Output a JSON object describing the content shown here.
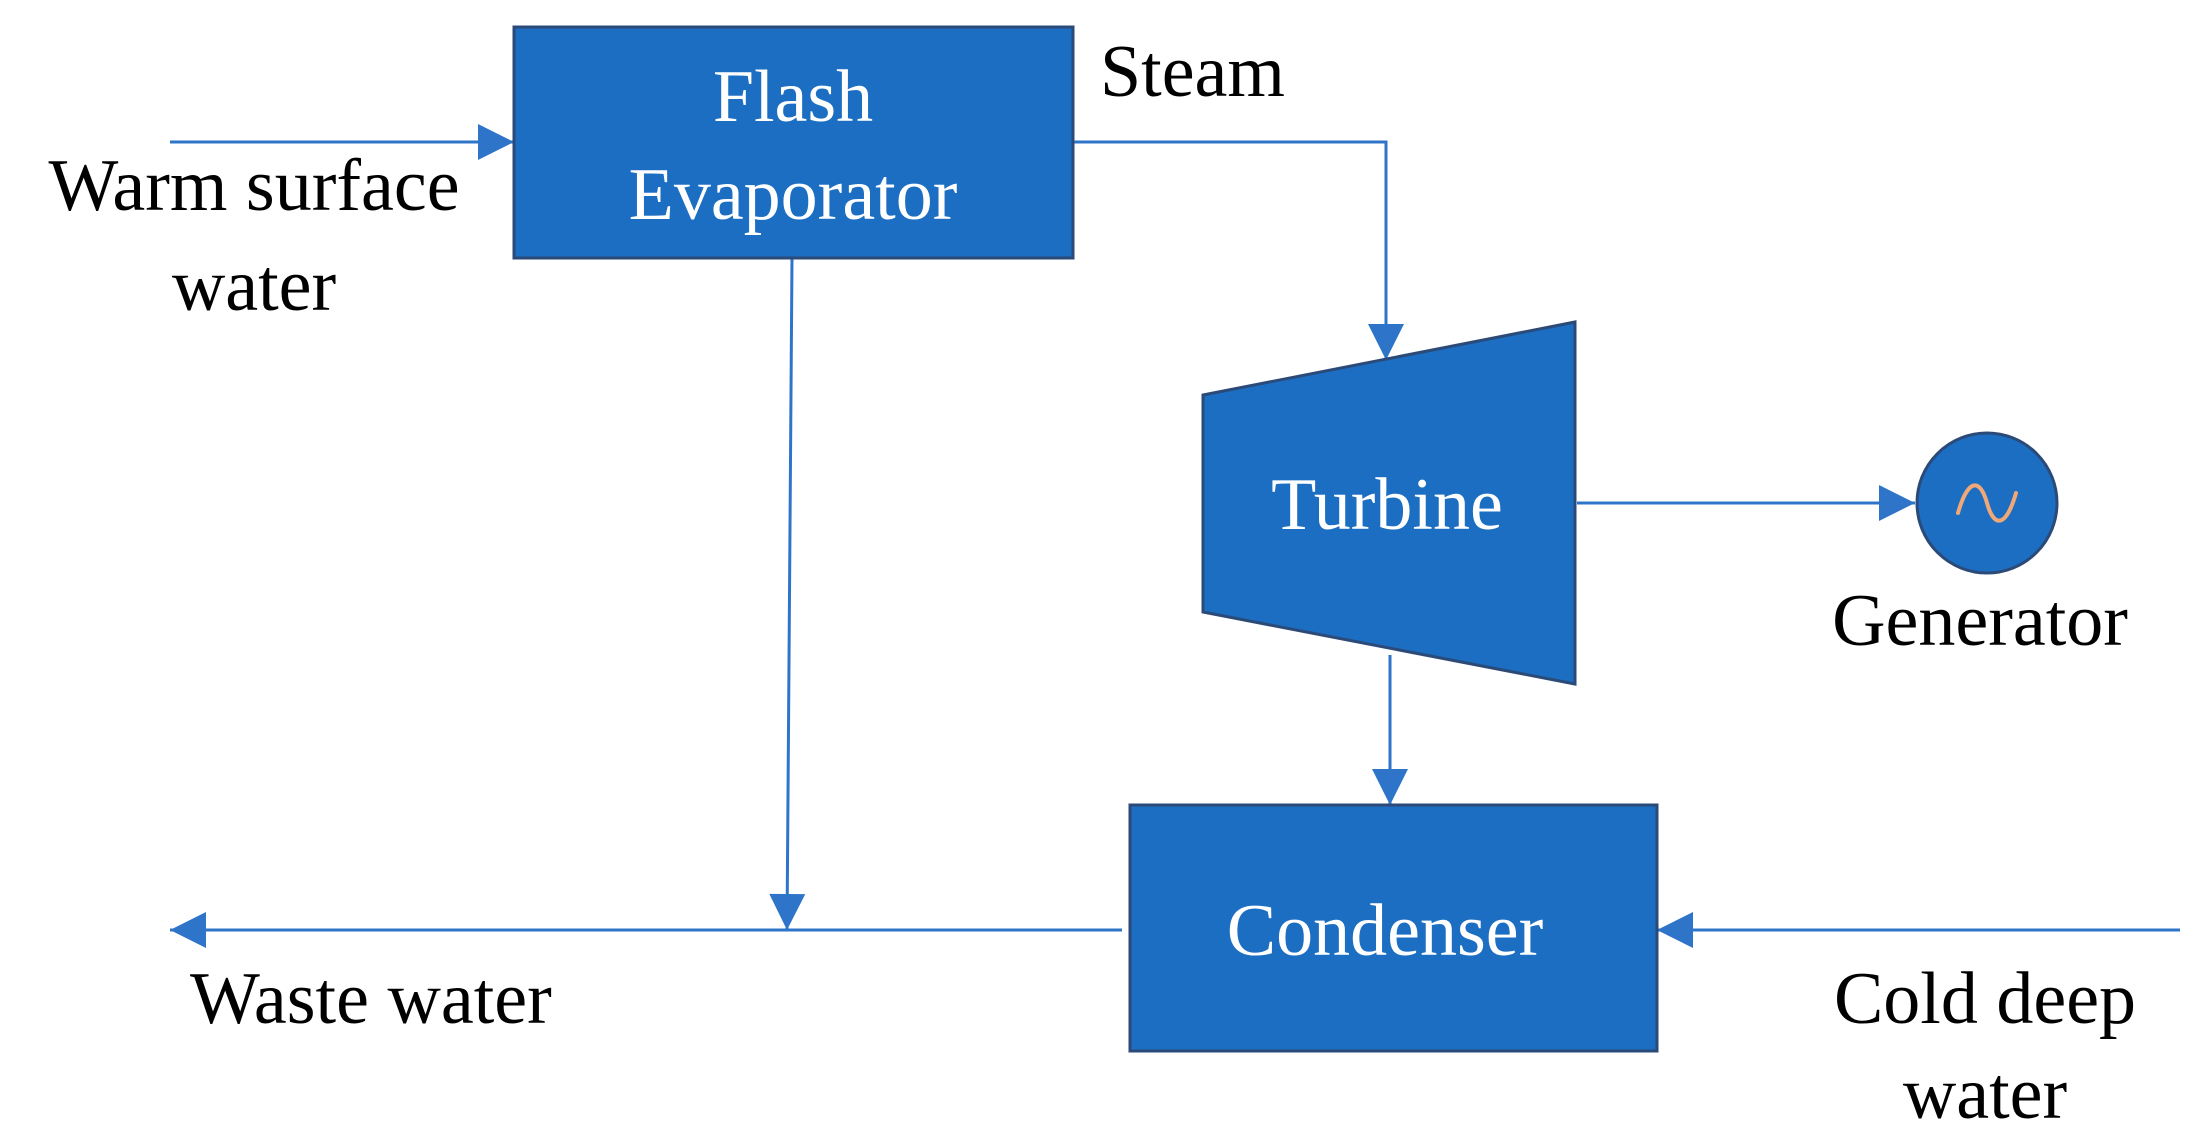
{
  "colors": {
    "block_fill": "#1b6ec2",
    "block_stroke": "#2b4a78",
    "flow_line": "#2e75c9",
    "generator_wave": "#f0a878",
    "text": "#000000",
    "block_text": "#ffffff"
  },
  "blocks": {
    "flash_evaporator": {
      "line1": "Flash",
      "line2": "Evaporator"
    },
    "turbine": {
      "label": "Turbine"
    },
    "condenser": {
      "label": "Condenser"
    },
    "generator": {
      "icon": "sine-wave-icon"
    }
  },
  "streams": {
    "warm_surface_water": {
      "line1": "Warm surface",
      "line2": "water"
    },
    "steam": "Steam",
    "generator_label": "Generator",
    "waste_water": "Waste water",
    "cold_deep_water": {
      "line1": "Cold deep",
      "line2": "water"
    }
  }
}
